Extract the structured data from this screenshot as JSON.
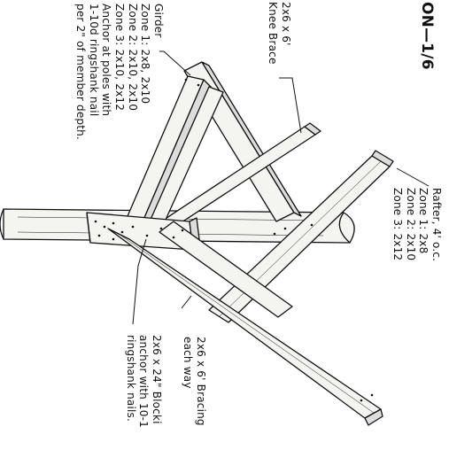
{
  "title": "ON—1/6",
  "labels": {
    "knee_brace": "2x6 x 6'\nKnee Brace",
    "rafter": "Rafter, 4' o.c.\nZone 1: 2x8\nZone 2: 2x10\nZone 3: 2x12",
    "girder": "Girder\nZone 1: 2x8, 2x10\nZone 2: 2x10, 2x10\nZone 3: 2x10, 2x12\nAnchor at poles with\n1-10d ringshank nail\nper 2\" of member depth.",
    "bracing": "2x6 x 6' Bracing\neach way",
    "blocking": "2x6 x 24\" Blocki\nanchor with 10-1\nringshank nails."
  },
  "colors": {
    "ink": "#111111",
    "paper": "#ffffff",
    "wood": "#f4f4f1"
  }
}
